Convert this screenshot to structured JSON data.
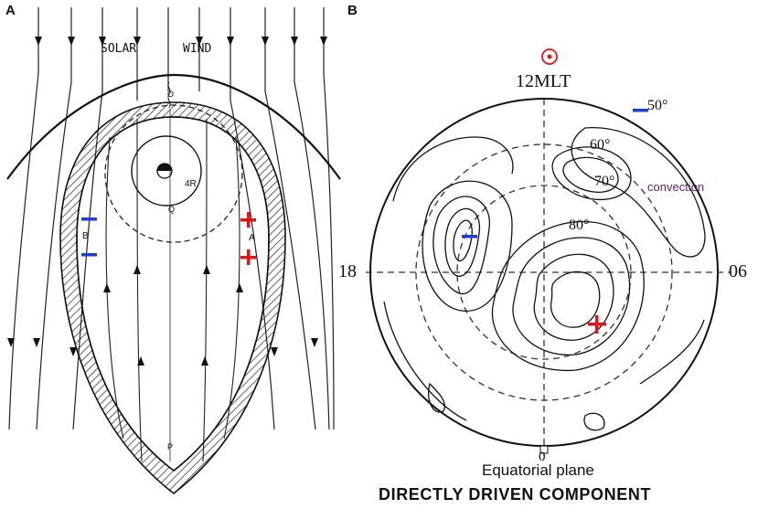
{
  "panel_a": {
    "letter": "A",
    "solar_label": "SOLAR",
    "wind_label": "WIND",
    "radius_label": "4R",
    "point_o": "O",
    "point_q": "Q",
    "point_p": "P",
    "region_b": "B",
    "region_a": "A",
    "minus_color": "#1a3fd6",
    "plus_color": "#e01515"
  },
  "panel_b": {
    "letter": "B",
    "top_label": "12MLT",
    "left_label": "18",
    "right_label": "06",
    "bottom_label": "0",
    "lat_50": "50°",
    "lat_60": "60°",
    "lat_70": "70°",
    "lat_80": "80°",
    "convection_label": "convection",
    "convection_color": "#5b1f6e",
    "sun_symbol_color": "#e01515",
    "equatorial_label": "Equatorial plane",
    "title": "DIRECTLY DRIVEN COMPONENT"
  }
}
